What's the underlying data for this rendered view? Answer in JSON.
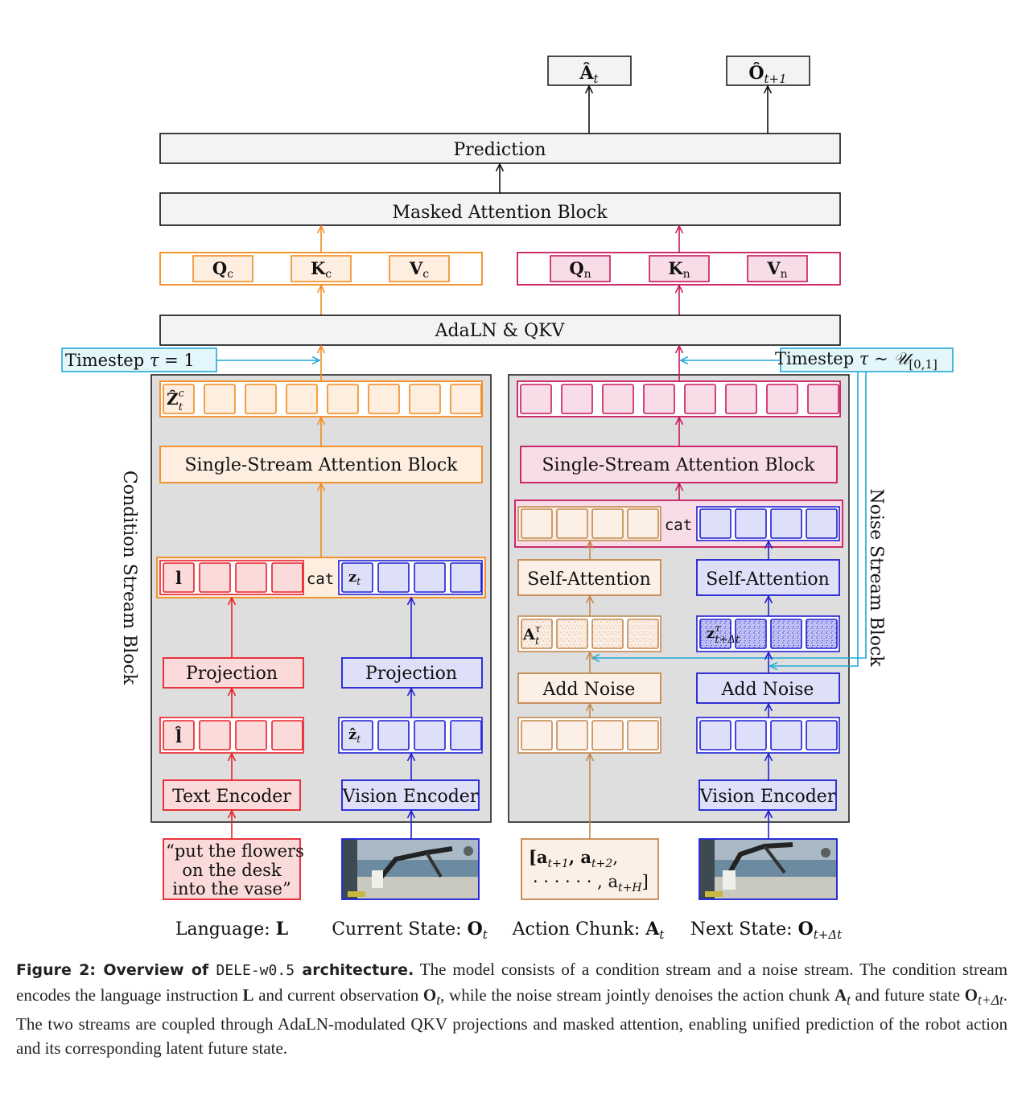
{
  "diagram": {
    "outputs": {
      "action": "Â",
      "action_sub": "t",
      "obs": "Ô",
      "obs_sub": "t+1"
    },
    "prediction": "Prediction",
    "masked_attention": "Masked Attention Block",
    "adaln": "AdaLN & QKV",
    "cond_qkv": {
      "q": "Q",
      "k": "K",
      "v": "V",
      "sub": "c"
    },
    "noise_qkv": {
      "q": "Q",
      "k": "K",
      "v": "V",
      "sub": "n"
    },
    "timestep_left": {
      "prefix": "Timestep ",
      "tau": "τ",
      "rest": " = 1"
    },
    "timestep_right": {
      "prefix": "Timestep ",
      "tau": "τ",
      "tilde": " ~ ",
      "dist": "𝒰",
      "dist_sub": "[0,1]"
    },
    "cond_stream_label": "Condition Stream Block",
    "noise_stream_label": "Noise Stream Block",
    "z_hat_c": {
      "base": "Ẑ",
      "sup": "c",
      "sub": "t"
    },
    "single_stream": "Single-Stream Attention Block",
    "cat": "cat",
    "l_token": "l",
    "z_token": {
      "base": "z",
      "sub": "t"
    },
    "projection": "Projection",
    "l_hat": "l̂",
    "z_hat": {
      "base": "ẑ",
      "sub": "t"
    },
    "text_encoder": "Text Encoder",
    "vision_encoder": "Vision Encoder",
    "self_attention": "Self-Attention",
    "add_noise": "Add Noise",
    "a_tau": {
      "base": "A",
      "sup": "τ",
      "sub": "t"
    },
    "z_tau": {
      "base": "z",
      "sup": "τ",
      "sub": "t+Δt"
    },
    "instruction_lines": [
      "“put the flowers",
      "on the desk",
      "into the vase”"
    ],
    "action_chunk": {
      "line1_a": "[a",
      "line1_sub1": "t+1",
      "line1_b": ", a",
      "line1_sub2": "t+2",
      "line1_c": ",",
      "line2_dots": "· · · · · · , a",
      "line2_sub": "t+H",
      "line2_end": "]"
    },
    "bottom_labels": {
      "language": "Language: ",
      "language_var": "L",
      "current": "Current State: ",
      "current_var": "O",
      "current_sub": "t",
      "chunk": "Action Chunk: ",
      "chunk_var": "A",
      "chunk_sub": "t",
      "next": "Next State: ",
      "next_var": "O",
      "next_sub": "t+Δt"
    }
  },
  "colors": {
    "orange": "#f28a1e",
    "orange_fill": "#fdeee0",
    "crimson": "#c8175d",
    "crimson_fill": "#f8dde8",
    "red": "#e8202a",
    "red_fill": "#fbdada",
    "blue": "#1f1fd6",
    "blue_fill": "#dedff8",
    "tan": "#c4884f",
    "tan_fill": "#fbefe6",
    "cyan": "#21a8d8",
    "cyan_fill": "#e3f6fb",
    "block_fill": "#dedede",
    "box_fill": "#f3f3f3"
  },
  "caption": {
    "label": "Figure 2: Overview of ",
    "model": "DELE-w0.5",
    "label_end": " architecture.",
    "s1": " The model consists of a condition stream and a noise stream. The condition stream encodes the language instruction ",
    "L": "L",
    "s2": " and current observation ",
    "O": "O",
    "O_sub": "t",
    "s3": ", while the noise stream jointly denoises the action chunk ",
    "A": "A",
    "A_sub": "t",
    "s4": " and future state ",
    "O2": "O",
    "O2_sub": "t+Δt",
    "s5": ". The two streams are coupled through AdaLN-modulated QKV projections and masked attention, enabling unified prediction of the robot action and its corresponding latent future state."
  }
}
